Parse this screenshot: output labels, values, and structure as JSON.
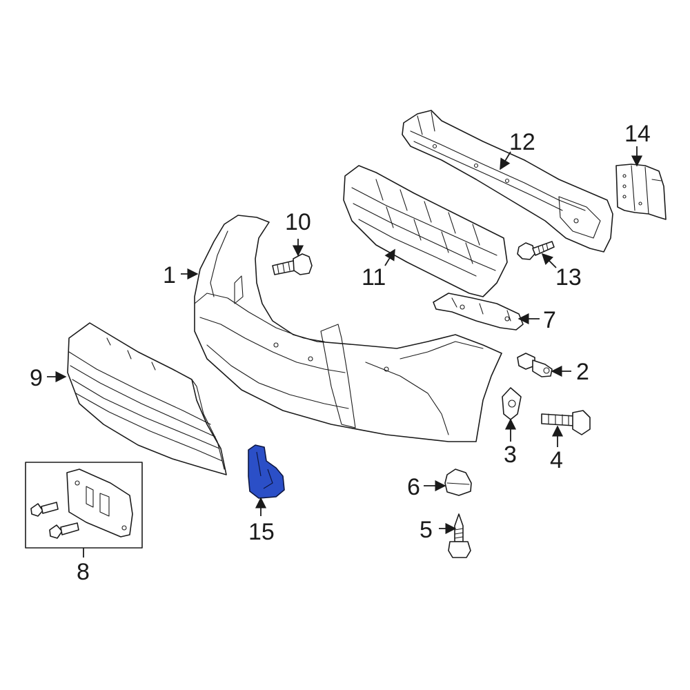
{
  "callouts": [
    {
      "id": "1",
      "label": "1"
    },
    {
      "id": "2",
      "label": "2"
    },
    {
      "id": "3",
      "label": "3"
    },
    {
      "id": "4",
      "label": "4"
    },
    {
      "id": "5",
      "label": "5"
    },
    {
      "id": "6",
      "label": "6"
    },
    {
      "id": "7",
      "label": "7"
    },
    {
      "id": "8",
      "label": "8"
    },
    {
      "id": "9",
      "label": "9"
    },
    {
      "id": "10",
      "label": "10"
    },
    {
      "id": "11",
      "label": "11"
    },
    {
      "id": "12",
      "label": "12"
    },
    {
      "id": "13",
      "label": "13"
    },
    {
      "id": "14",
      "label": "14"
    },
    {
      "id": "15",
      "label": "15"
    }
  ],
  "highlight": {
    "part": "15",
    "color": "#2b4fc7"
  },
  "colors": {
    "line": "#1a1a1a",
    "background": "#ffffff"
  }
}
